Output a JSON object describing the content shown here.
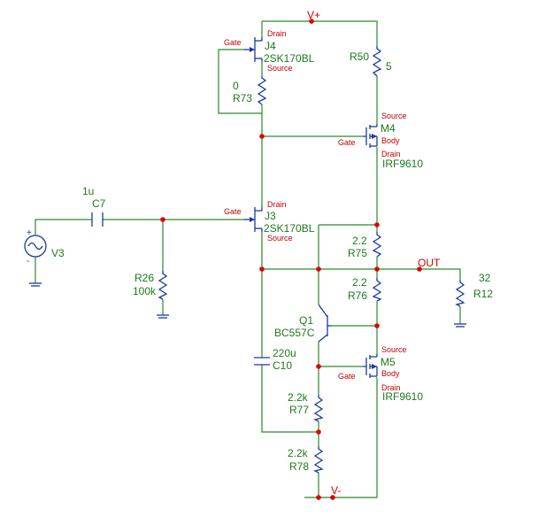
{
  "nets": {
    "vplus": "V+",
    "vminus": "V-",
    "out": "OUT"
  },
  "pins": {
    "drain": "Drain",
    "gate": "Gate",
    "source": "Source",
    "body": "Body"
  },
  "components": {
    "J4": {
      "ref": "J4",
      "value": "2SK170BL"
    },
    "J3": {
      "ref": "J3",
      "value": "2SK170BL"
    },
    "R73": {
      "ref": "R73",
      "value": "0"
    },
    "R50": {
      "ref": "R50",
      "value": "5"
    },
    "M4": {
      "ref": "M4",
      "value": "IRF9610"
    },
    "M5": {
      "ref": "M5",
      "value": "IRF9610"
    },
    "C7": {
      "ref": "C7",
      "value": "1u"
    },
    "V3": {
      "ref": "V3"
    },
    "R26": {
      "ref": "R26",
      "value": "100k"
    },
    "R75": {
      "ref": "R75",
      "value": "2.2"
    },
    "R76": {
      "ref": "R76",
      "value": "2.2"
    },
    "R12": {
      "ref": "R12",
      "value": "32"
    },
    "Q1": {
      "ref": "Q1",
      "value": "BC557C"
    },
    "C10": {
      "ref": "C10",
      "value": "220u"
    },
    "R77": {
      "ref": "R77",
      "value": "2.2k"
    },
    "R78": {
      "ref": "R78",
      "value": "2.2k"
    }
  },
  "colors": {
    "wire": "#2a8a2a",
    "part": "#1a3aa0",
    "node": "#e00000",
    "label": "#1b7a1b",
    "pin": "#c00000"
  }
}
